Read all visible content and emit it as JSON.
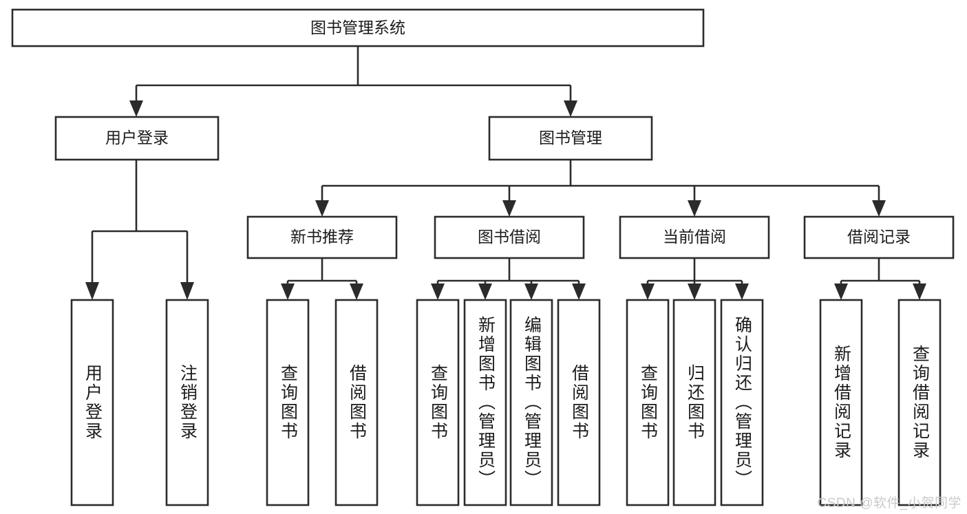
{
  "diagram": {
    "type": "tree",
    "title": "图书管理系统",
    "watermark": "CSDN @软件_小贺同学",
    "colors": {
      "stroke": "#2b2b2b",
      "fill": "#ffffff",
      "text": "#1b1b1b",
      "watermark": "#c9c9c9"
    },
    "root": {
      "label": "图书管理系统"
    },
    "level2": [
      {
        "label": "用户登录"
      },
      {
        "label": "图书管理"
      }
    ],
    "level3": [
      {
        "label": "新书推荐"
      },
      {
        "label": "图书借阅"
      },
      {
        "label": "当前借阅"
      },
      {
        "label": "借阅记录"
      }
    ],
    "leaves": {
      "user_login": [
        {
          "label": "用户登录"
        },
        {
          "label": "注销登录"
        }
      ],
      "new_book": [
        {
          "label": "查询图书"
        },
        {
          "label": "借阅图书"
        }
      ],
      "borrow": [
        {
          "label": "查询图书"
        },
        {
          "label": "新增图书（管理员）"
        },
        {
          "label": "编辑图书（管理员）"
        },
        {
          "label": "借阅图书"
        }
      ],
      "current": [
        {
          "label": "查询图书"
        },
        {
          "label": "归还图书"
        },
        {
          "label": "确认归还（管理员）"
        }
      ],
      "records": [
        {
          "label": "新增借阅记录"
        },
        {
          "label": "查询借阅记录"
        }
      ]
    }
  }
}
